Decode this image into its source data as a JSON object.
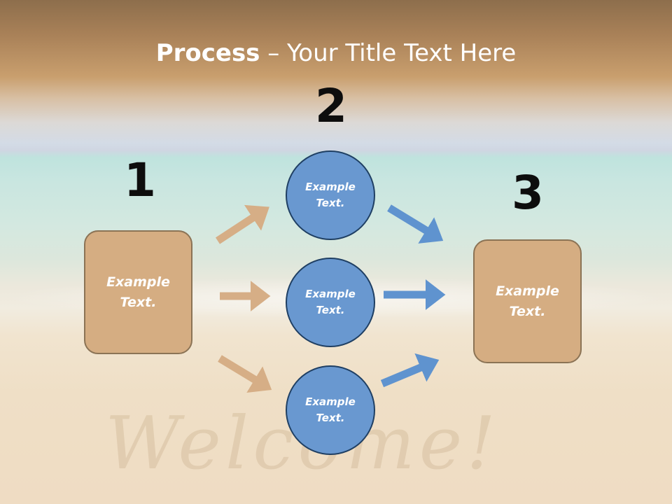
{
  "slide": {
    "title_bold": "Process",
    "title_rest": " – Your Title Text Here",
    "background_word": "Welcome!"
  },
  "steps": {
    "num1": "1",
    "num2": "2",
    "num3": "3"
  },
  "nodes": {
    "left_box": "Example\nText.",
    "circle_top": "Example\nText.",
    "circle_middle": "Example\nText.",
    "circle_bottom": "Example\nText.",
    "right_box": "Example\nText."
  },
  "colors": {
    "box_fill": "#d5ad82",
    "circle_fill": "#6998d0",
    "arrow_tan": "#d6ae86",
    "arrow_blue": "#5f93cf"
  }
}
